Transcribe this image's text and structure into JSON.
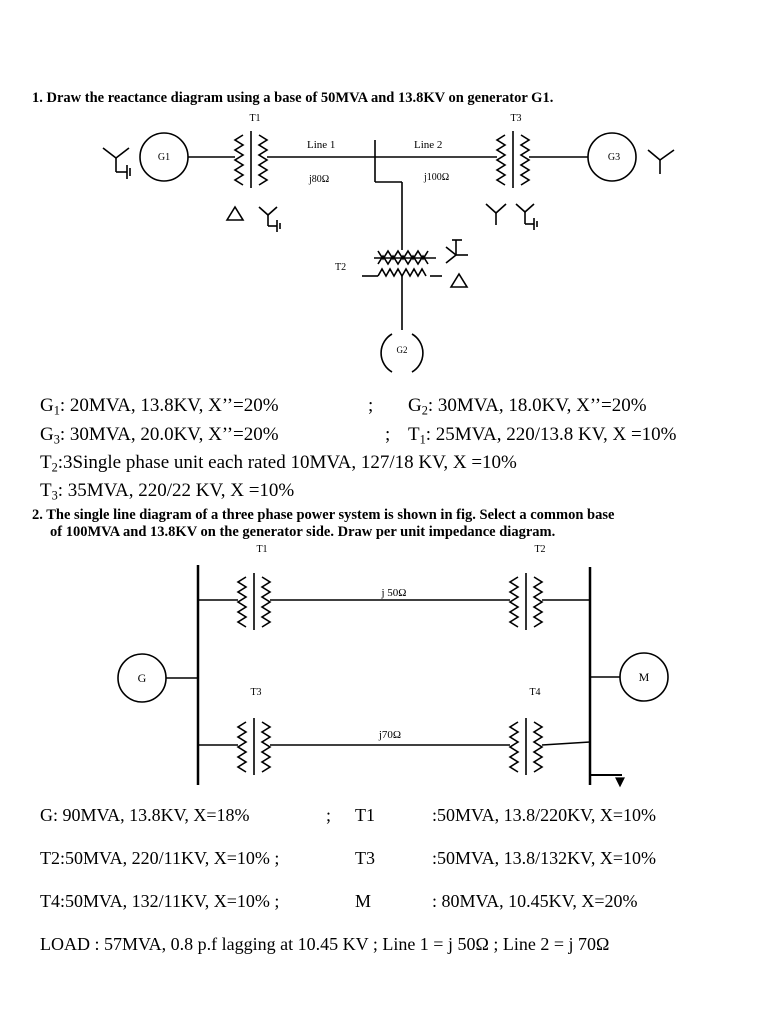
{
  "q1": {
    "title": "1. Draw the reactance diagram using a base of 50MVA and 13.8KV on generator G1.",
    "labels": {
      "t1": "T1",
      "t3": "T3",
      "t2": "T2",
      "g1": "G1",
      "g3": "G3",
      "g2": "G2",
      "line1": "Line 1",
      "line2": "Line 2",
      "line1_z": "j80Ω",
      "line2_z": "j100Ω"
    },
    "specs": [
      {
        "a_sym": "G",
        "a_sub": "1",
        "a_text": ": 20MVA, 13.8KV, X’’=20%",
        "sep": ";",
        "b_sym": "G",
        "b_sub": "2",
        "b_text": ": 30MVA, 18.0KV, X’’=20%"
      },
      {
        "a_sym": "G",
        "a_sub": "3",
        "a_text": ": 30MVA, 20.0KV, X’’=20%",
        "sep": ";",
        "b_sym": "T",
        "b_sub": "1",
        "b_text": ": 25MVA, 220/13.8 KV, X =10%"
      },
      {
        "a_sym": "T",
        "a_sub": "2",
        "a_text": ":3Single phase unit each rated 10MVA, 127/18 KV, X =10%"
      },
      {
        "a_sym": "T",
        "a_sub": "3",
        "a_text": ": 35MVA, 220/22 KV, X =10%"
      }
    ]
  },
  "q2": {
    "title_line1": "2. The single line diagram of a three phase power system is shown in fig. Select a common base",
    "title_line2": "of 100MVA and 13.8KV on the generator side. Draw per unit impedance diagram.",
    "labels": {
      "t1": "T1",
      "t2": "T2",
      "t3": "T3",
      "t4": "T4",
      "g": "G",
      "m": "M",
      "line_top_z": "j 50Ω",
      "line_bottom_z": "j70Ω"
    },
    "specs": [
      {
        "left": "G: 90MVA, 13.8KV, X=18%",
        "sep": ";",
        "mid": "T1",
        "right": ":50MVA, 13.8/220KV, X=10%"
      },
      {
        "left": "T2:50MVA, 220/11KV, X=10% ;",
        "mid": "T3",
        "right": ":50MVA, 13.8/132KV, X=10%"
      },
      {
        "left": "T4:50MVA, 132/11KV, X=10% ;",
        "mid": "M",
        "right": ": 80MVA, 10.45KV, X=20%"
      }
    ],
    "load_line": "LOAD : 57MVA, 0.8 p.f lagging at 10.45 KV ; Line 1 = j 50Ω ; Line 2 = j 70Ω"
  }
}
